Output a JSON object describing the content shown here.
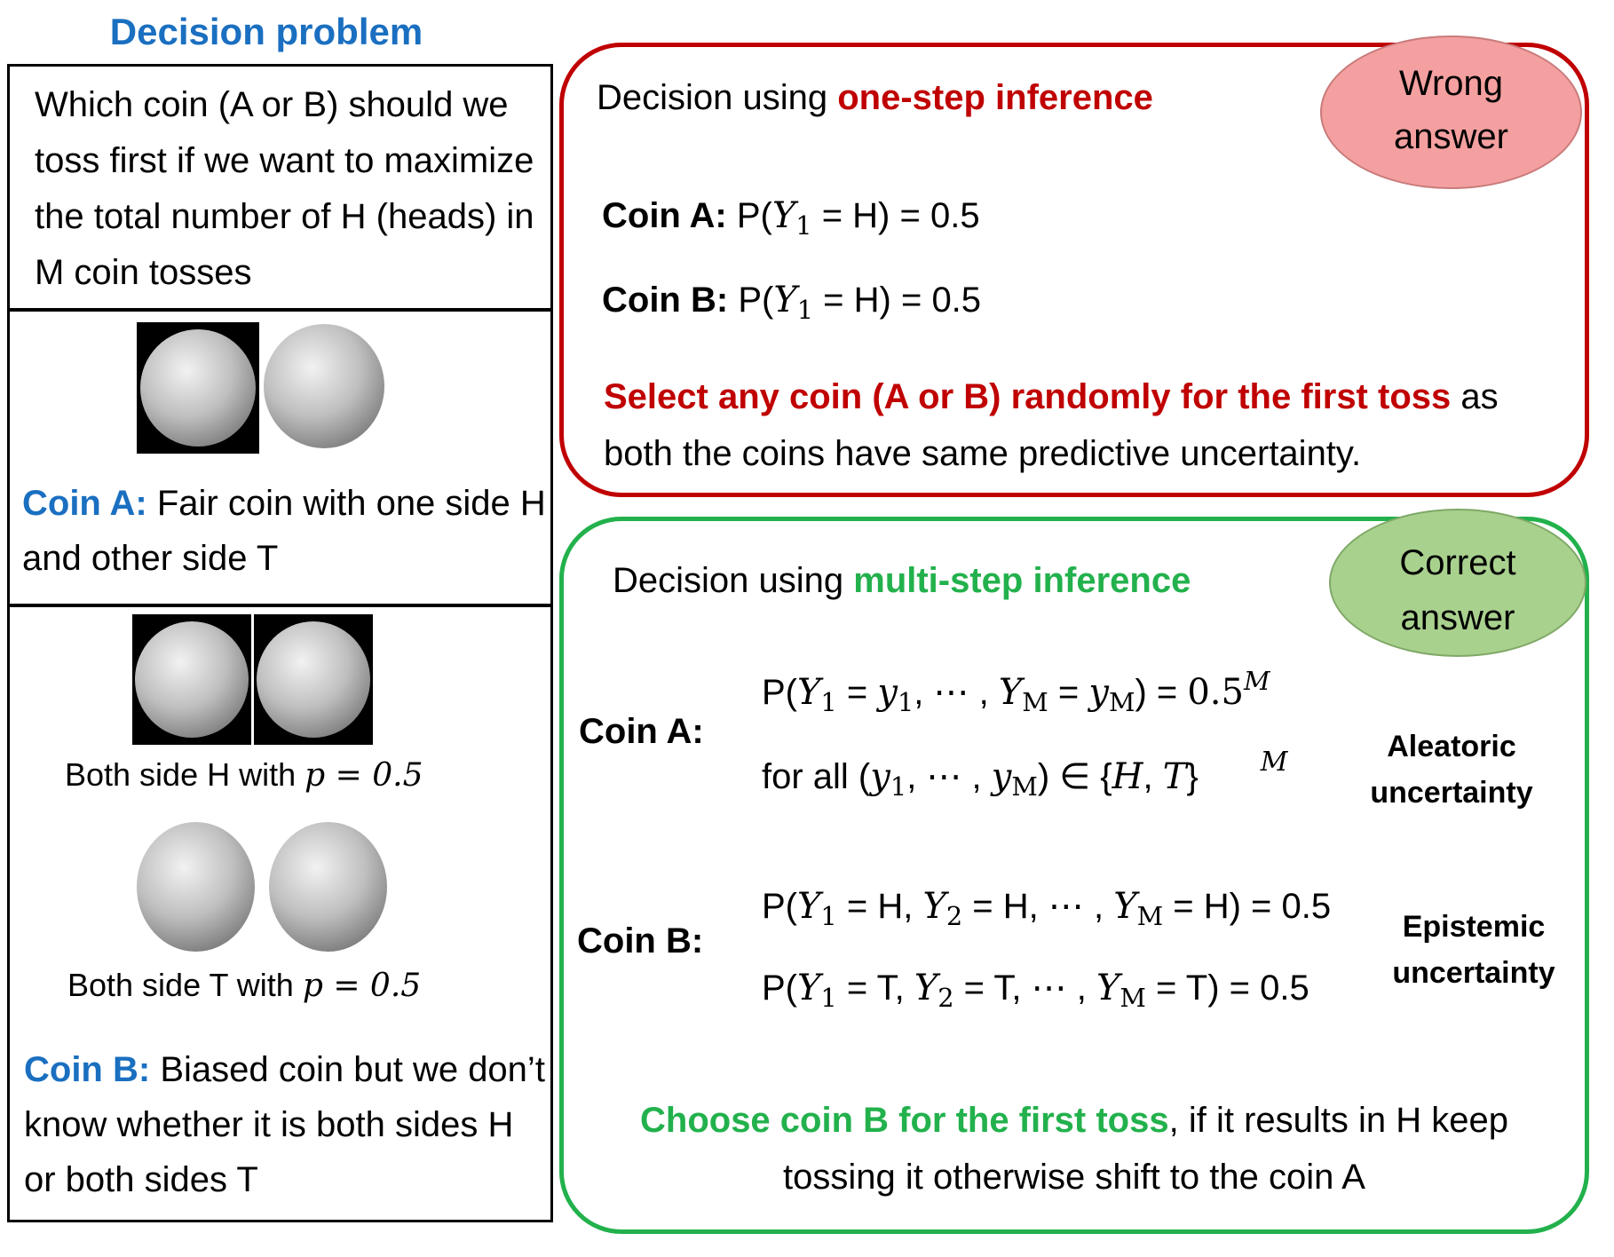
{
  "title": "Decision problem",
  "question": "Which coin (A or B) should we toss first if we want to maximize the total number of H (heads) in M coin tosses",
  "coin_a_panel": {
    "label": "Coin A:",
    "desc": "Fair coin with one side H and other side T"
  },
  "coin_b_panel": {
    "both_h_text": "Both side H with",
    "both_t_text": "Both side T with",
    "p_expr": "p = 0.5",
    "label": "Coin B:",
    "desc": "Biased coin but we don’t know whether it is both sides H or both sides T"
  },
  "one_step": {
    "heading_prefix": "Decision using ",
    "heading_emph": "one-step inference",
    "badge_line1": "Wrong",
    "badge_line2": "answer",
    "coin_a_label": "Coin A:",
    "coin_b_label": "Coin B:",
    "prob_expr_a": "= H) = 0.5",
    "prob_expr_b": "= H) = 0.5",
    "conclusion_emph": "Select any coin (A or B) randomly for the first toss",
    "conclusion_rest": " as both the coins have same predictive uncertainty."
  },
  "multi_step": {
    "heading_prefix": "Decision using ",
    "heading_emph": "multi-step inference",
    "badge_line1": "Correct",
    "badge_line2": "answer",
    "coin_a_label": "Coin A:",
    "coin_b_label": "Coin B:",
    "for_all": "for all",
    "aleatoric_line1": "Aleatoric",
    "aleatoric_line2": "uncertainty",
    "epistemic_line1": "Epistemic",
    "epistemic_line2": "uncertainty",
    "conclusion_emph": "Choose coin B for the first toss",
    "conclusion_rest1": ", if it results in H keep",
    "conclusion_rest2": "tossing it otherwise shift to the coin A"
  },
  "colors": {
    "blue": "#1a6fc0",
    "red": "#c00000",
    "green": "#22b14c",
    "wrong_badge": "#f4a0a0",
    "correct_badge": "#a9d18e"
  }
}
